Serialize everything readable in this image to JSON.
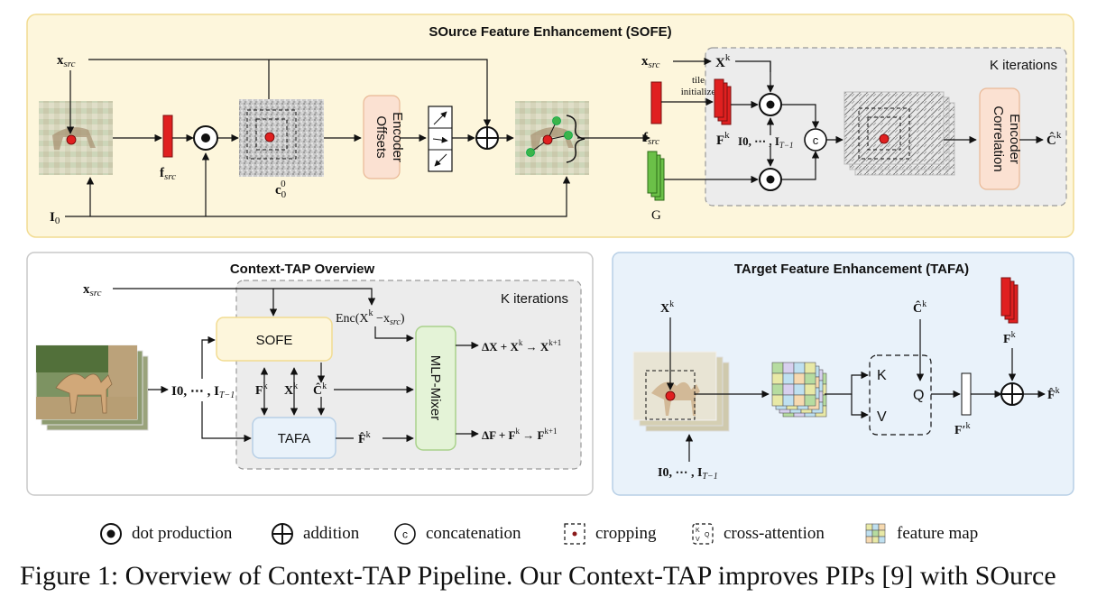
{
  "sofe": {
    "title": "SOurce Feature Enhancement (SOFE)",
    "x_src": "x",
    "x_src_sub": "src",
    "i0": "I",
    "i0_sub": "0",
    "f_src": "f",
    "f_src_sub": "src",
    "c0": "c",
    "c0_sup": "0",
    "c0_sub": "0",
    "offsets_encoder_line1": "Offsets",
    "offsets_encoder_line2": "Encoder",
    "x_src_right": "x",
    "x_src_right_sub": "src",
    "xk": "X",
    "xk_sup": "k",
    "tile_line1": "tile",
    "tile_line2": "initialize",
    "fk": "F",
    "fk_sup": "k",
    "f_src_right": "f",
    "f_src_right_sub": "src",
    "frames": "I",
    "frames_rest": "0, ⋯ , I",
    "frames_sub": "T−1",
    "g": "G",
    "concat": "c",
    "k_iter": "K iterations",
    "corr_line1": "Correlation",
    "corr_line2": "Encoder",
    "ck": "Ĉ",
    "ck_sup": "k"
  },
  "overview": {
    "title": "Context-TAP Overview",
    "x_src": "x",
    "x_src_sub": "src",
    "k_iter": "K iterations",
    "enc": "Enc(X",
    "enc_sup": "k",
    "enc_rest": " −x",
    "enc_sub": "src",
    "enc_close": ")",
    "sofe": "SOFE",
    "tafa": "TAFA",
    "mlp": "MLP-Mixer",
    "frames": "I",
    "frames_rest": "0, ⋯ , I",
    "frames_sub": "T−1",
    "fk": "F",
    "xk": "X",
    "ck": "Ĉ",
    "k": "k",
    "fk_hat": "F̂",
    "dx_line": "ΔX + X",
    "dx_target": "X",
    "dx_target_sup": "k+1",
    "df_line": "ΔF + F",
    "df_target": "F",
    "df_target_sup": "k+1"
  },
  "tafa": {
    "title": "TArget Feature Enhancement (TAFA)",
    "xk": "X",
    "ck": "Ĉ",
    "fk": "F",
    "k": "k",
    "K": "K",
    "Q": "Q",
    "V": "V",
    "fprime": "F′",
    "fhat": "F̂",
    "frames": "I",
    "frames_rest": "0, ⋯ , I",
    "frames_sub": "T−1"
  },
  "legend": {
    "dot": "dot production",
    "add": "addition",
    "concat": "concatenation",
    "concat_icon": "c",
    "crop": "cropping",
    "xattn": "cross-attention",
    "fmap": "feature map"
  },
  "caption": "Figure 1: Overview of Context-TAP Pipeline. Our Context-TAP improves PIPs [9] with SOurce",
  "icons": [
    "dot-product-icon",
    "addition-icon",
    "concatenation-icon",
    "cropping-icon",
    "cross-attention-icon",
    "feature-map-icon",
    "arrow-icon"
  ],
  "colors": {
    "sofe_bg": "#fdf6dc",
    "sofe_border": "#f2dc92",
    "tafa_bg": "#e9f2fa",
    "tafa_border": "#b7cfe6",
    "overview_bg": "#ffffff",
    "iter_bg": "#ececec",
    "feature_red": "#e02020",
    "feature_green": "#6bc048",
    "encoder_bg": "#fbe1d2",
    "mlp_bg": "#e4f3d7"
  }
}
